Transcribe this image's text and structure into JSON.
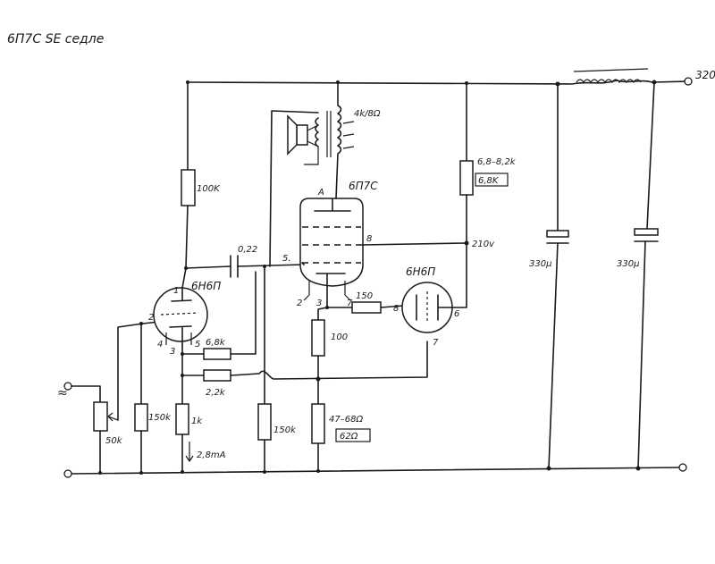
{
  "title": "6П7С SE седле",
  "supply": {
    "voltage": "320",
    "g2_voltage": "210v"
  },
  "input": {
    "symbol": "≈"
  },
  "tubes": {
    "driver": {
      "name": "6Н6П",
      "pins": {
        "plate": "1",
        "grid": "2",
        "cathode": "3",
        "heater_a": "4",
        "heater_b": "5"
      }
    },
    "output": {
      "name": "6П7С",
      "pins": {
        "plate": "A",
        "g2": "8",
        "g1": "5.",
        "h1": "2",
        "h2": "7",
        "cathode": "3"
      }
    },
    "follower": {
      "name": "6Н6П",
      "pins": {
        "grid": "8",
        "plate": "6",
        "cathode": "7"
      }
    }
  },
  "transformer": {
    "label": "4k/8Ω"
  },
  "components": {
    "r_plate": "100K",
    "c_coupling": "0,22",
    "r_g2": "6,8–8,2k",
    "r_g2_sel": "6,8K",
    "r_follower_grid": "150",
    "r_output_cathode": "100",
    "r_cathode": "47–68Ω",
    "r_cathode_sel": "62Ω",
    "r_feedback1": "6,8k",
    "r_feedback2": "2,2k",
    "pot_input": "50k",
    "r_input_grid": "150k",
    "r_driver_cathode": "1k",
    "driver_current": "2,8mA",
    "r_output_grid": "150k",
    "cap1": "330μ",
    "cap2": "330μ"
  }
}
